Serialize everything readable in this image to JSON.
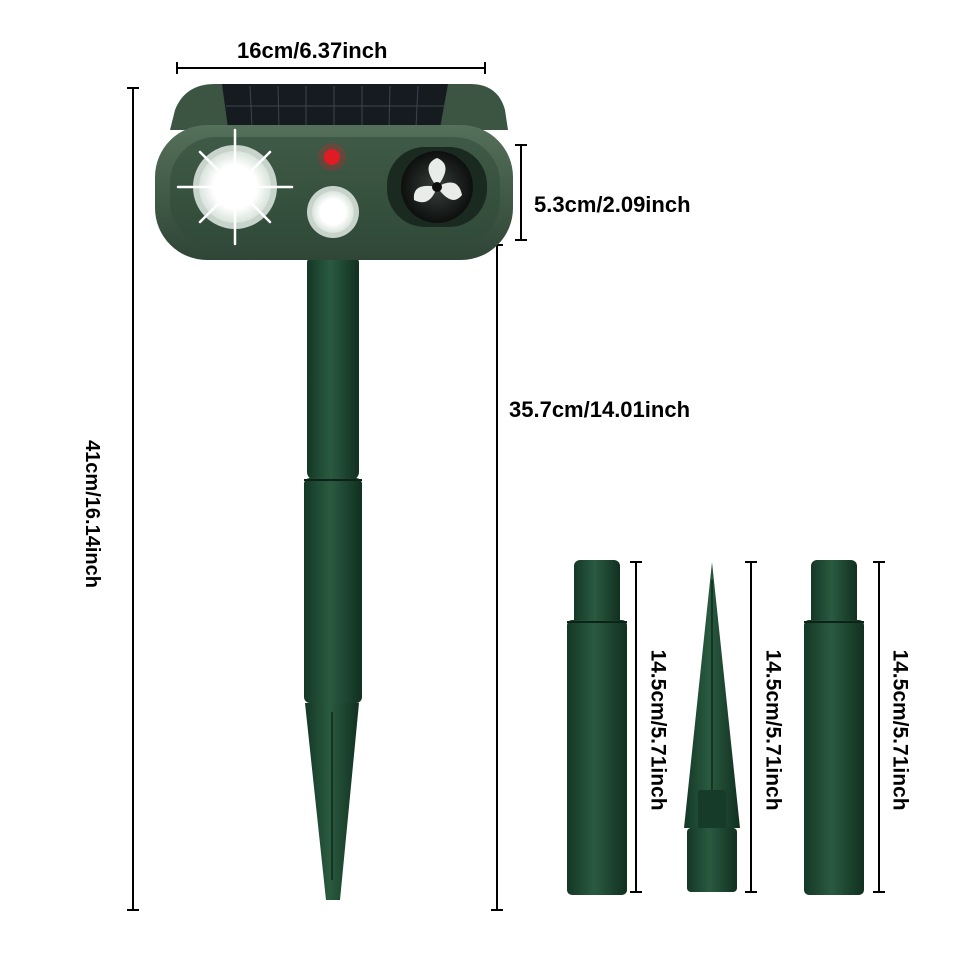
{
  "dimensions": {
    "width": "16cm/6.37inch",
    "head_height": "5.3cm/2.09inch",
    "stake_length": "35.7cm/14.01inch",
    "total_height": "41cm/16.14inch",
    "part_a": "14.5cm/5.71inch",
    "part_b": "14.5cm/5.71inch",
    "part_c": "14.5cm/5.71inch"
  },
  "colors": {
    "body_green": "#3d5443",
    "stake_green": "#1f4a35",
    "indicator_red": "#e01b24",
    "lens_white": "#ffffff",
    "solar_panel": "#1a1f24"
  },
  "icons": {
    "solar-panel": "solar-panel-icon",
    "led-lamp": "light-bulb-icon",
    "pir-sensor": "motion-sensor-icon",
    "speaker": "speaker-icon"
  }
}
